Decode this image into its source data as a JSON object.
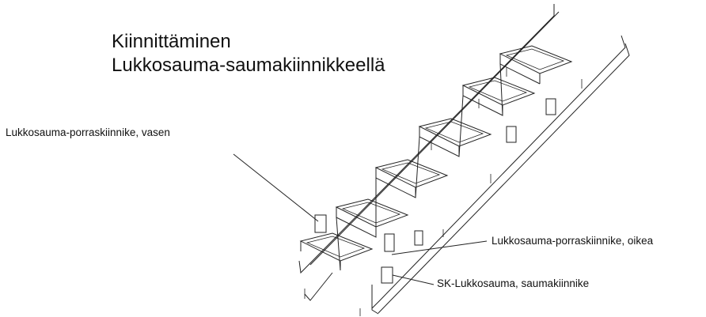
{
  "title": {
    "line1": "Kiinnittäminen",
    "line2": "Lukkosauma-saumakiinnikkeellä"
  },
  "callouts": {
    "left_bracket": "Lukkosauma-porraskiinnike, vasen",
    "right_bracket": "Lukkosauma-porraskiinnike, oikea",
    "seam_clamp": "SK-Lukkosauma, saumakiinnike"
  }
}
